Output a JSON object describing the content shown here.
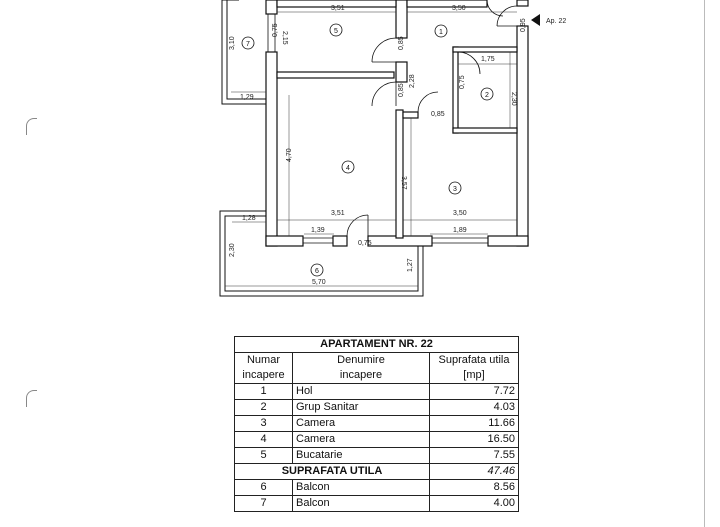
{
  "plan": {
    "apartment_tag": "Ap. 22",
    "room_numbers": [
      "1",
      "2",
      "3",
      "4",
      "5",
      "6",
      "7"
    ],
    "dimensions": {
      "top_room5_width": "3,51",
      "top_room1_width": "3,50",
      "door_right_top": "0,95",
      "room2_width": "1,75",
      "room2_height": "2,30",
      "room2_door": "0,75",
      "wall_mid_height": "2,28",
      "door_mid_upper": "0,85",
      "door_mid_lower": "0,85",
      "door_hall_room3": "0,85",
      "room5_side": "2,15",
      "room5_offset": "0,75",
      "balcony7_height": "3,10",
      "balcony7_width": "1,29",
      "room4_height": "4,70",
      "room3_height": "3,57",
      "room4_width": "3,51",
      "room3_width": "3,50",
      "window4": "1,39",
      "door4": "0,75",
      "window3": "1,89",
      "balcony6_left_top": "1,28",
      "balcony6_height": "2,30",
      "balcony6_right": "1,27",
      "balcony6_width": "5,70"
    }
  },
  "table": {
    "title": "APARTAMENT NR. 22",
    "headers": {
      "col1_line1": "Numar",
      "col1_line2": "incapere",
      "col2_line1": "Denumire",
      "col2_line2": "incapere",
      "col3_line1": "Suprafata utila",
      "col3_line2": "[mp]"
    },
    "rows": [
      {
        "nr": "1",
        "name": "Hol",
        "area": "7.72"
      },
      {
        "nr": "2",
        "name": "Grup Sanitar",
        "area": "4.03"
      },
      {
        "nr": "3",
        "name": "Camera",
        "area": "11.66"
      },
      {
        "nr": "4",
        "name": "Camera",
        "area": "16.50"
      },
      {
        "nr": "5",
        "name": "Bucatarie",
        "area": "7.55"
      }
    ],
    "summary_label": "SUPRAFATA UTILA",
    "summary_value": "47.46",
    "balcony_rows": [
      {
        "nr": "6",
        "name": "Balcon",
        "area": "8.56"
      },
      {
        "nr": "7",
        "name": "Balcon",
        "area": "4.00"
      }
    ]
  }
}
